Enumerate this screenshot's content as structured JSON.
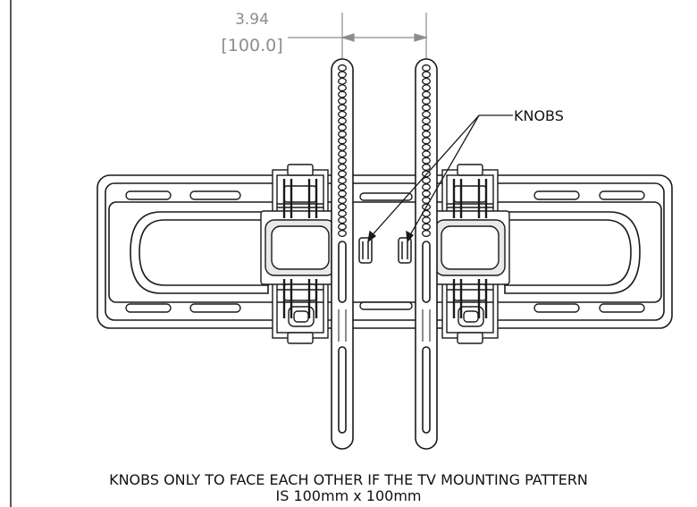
{
  "dimension": {
    "inches": "3.94",
    "millimeters": "[100.0]"
  },
  "callout": {
    "label": "KNOBS"
  },
  "note": {
    "line1": "KNOBS ONLY TO FACE EACH OTHER IF THE TV MOUNTING PATTERN",
    "line2": "IS 100mm x 100mm"
  },
  "colors": {
    "line": "#1a1a1a",
    "dimension": "#8c8c8c",
    "fill": "#ffffff"
  }
}
